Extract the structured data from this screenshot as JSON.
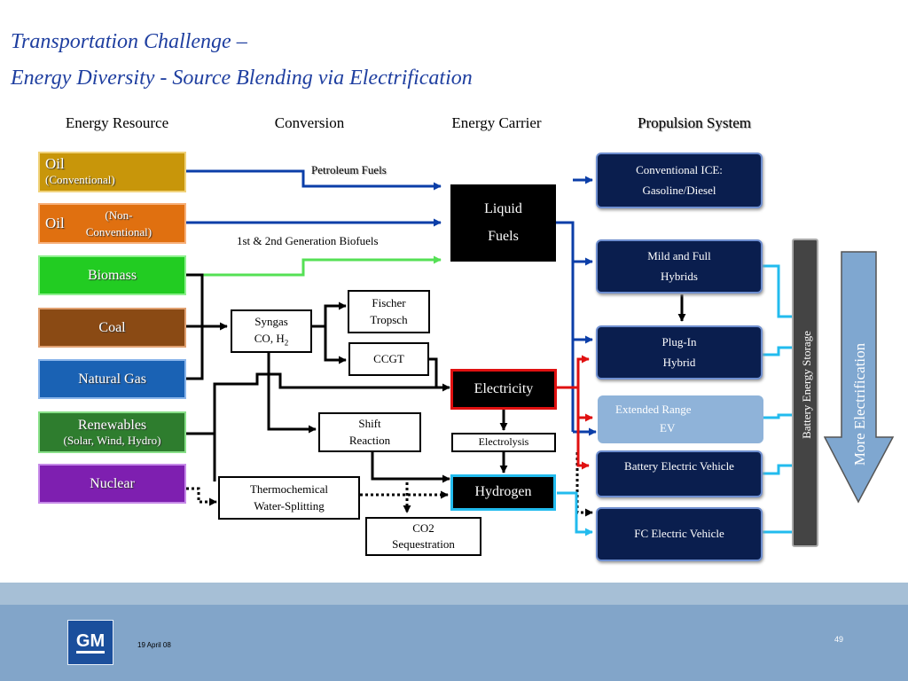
{
  "title": {
    "line1": "Transportation Challenge  –",
    "line2": "Energy Diversity - Source Blending via Electrification"
  },
  "columns": {
    "resource": "Energy Resource",
    "conversion": "Conversion",
    "carrier": "Energy Carrier",
    "propulsion": "Propulsion System"
  },
  "sources": {
    "oil_conventional": {
      "line1": "Oil",
      "line2": "(Conventional)",
      "color": "#c8960a"
    },
    "oil_nonconventional": {
      "line1": "Oil",
      "line2a": "(Non-",
      "line2b": "Conventional)",
      "color": "#e07010"
    },
    "biomass": {
      "label": "Biomass",
      "color": "#22cc22"
    },
    "coal": {
      "label": "Coal",
      "color": "#8a4a14"
    },
    "natural_gas": {
      "label": "Natural Gas",
      "color": "#1a62b4"
    },
    "renewables": {
      "line1": "Renewables",
      "line2": "(Solar, Wind, Hydro)",
      "color": "#2e7d2e"
    },
    "nuclear": {
      "label": "Nuclear",
      "color": "#7e1fb0"
    }
  },
  "conversion": {
    "petroleum_fuels": "Petroleum Fuels",
    "biofuels": "1st & 2nd Generation Biofuels",
    "syngas_line1": "Syngas",
    "syngas_line2": "CO, H",
    "syngas_sub": "2",
    "fischer_line1": "Fischer",
    "fischer_line2": "Tropsch",
    "ccgt": "CCGT",
    "shift_line1": "Shift",
    "shift_line2": "Reaction",
    "thermo_line1": "Thermochemical",
    "thermo_line2": "Water-Splitting",
    "co2_line1": "CO2",
    "co2_line2": "Sequestration",
    "electrolysis": "Electrolysis"
  },
  "carriers": {
    "liquid_line1": "Liquid",
    "liquid_line2": "Fuels",
    "electricity": "Electricity",
    "hydrogen": "Hydrogen"
  },
  "propulsion": {
    "ice_line1": "Conventional ICE:",
    "ice_line2": "Gasoline/Diesel",
    "hybrid_line1": "Mild and Full",
    "hybrid_line2": "Hybrids",
    "plugin_line1": "Plug-In",
    "plugin_line2": "Hybrid",
    "erev_line1": "Extended Range",
    "erev_line2": "EV",
    "bev": "Battery Electric Vehicle",
    "fcev": "FC Electric Vehicle"
  },
  "side": {
    "battery_storage": "Battery Energy Storage",
    "more_electrification": "More Electrification"
  },
  "colors": {
    "title": "#1f3fa0",
    "liquid_path": "#0b3ea8",
    "biofuel_path": "#55e055",
    "electricity_path": "#e01010",
    "hydrogen_path": "#22bbee",
    "propulsion_box": "#0a1e4e",
    "erev_box": "#8fb3d9",
    "battery_bar": "#444444",
    "arrow_fill": "#7fa7d0"
  },
  "footer": {
    "logo": "GM",
    "date": "19 April 08",
    "page": "49"
  }
}
